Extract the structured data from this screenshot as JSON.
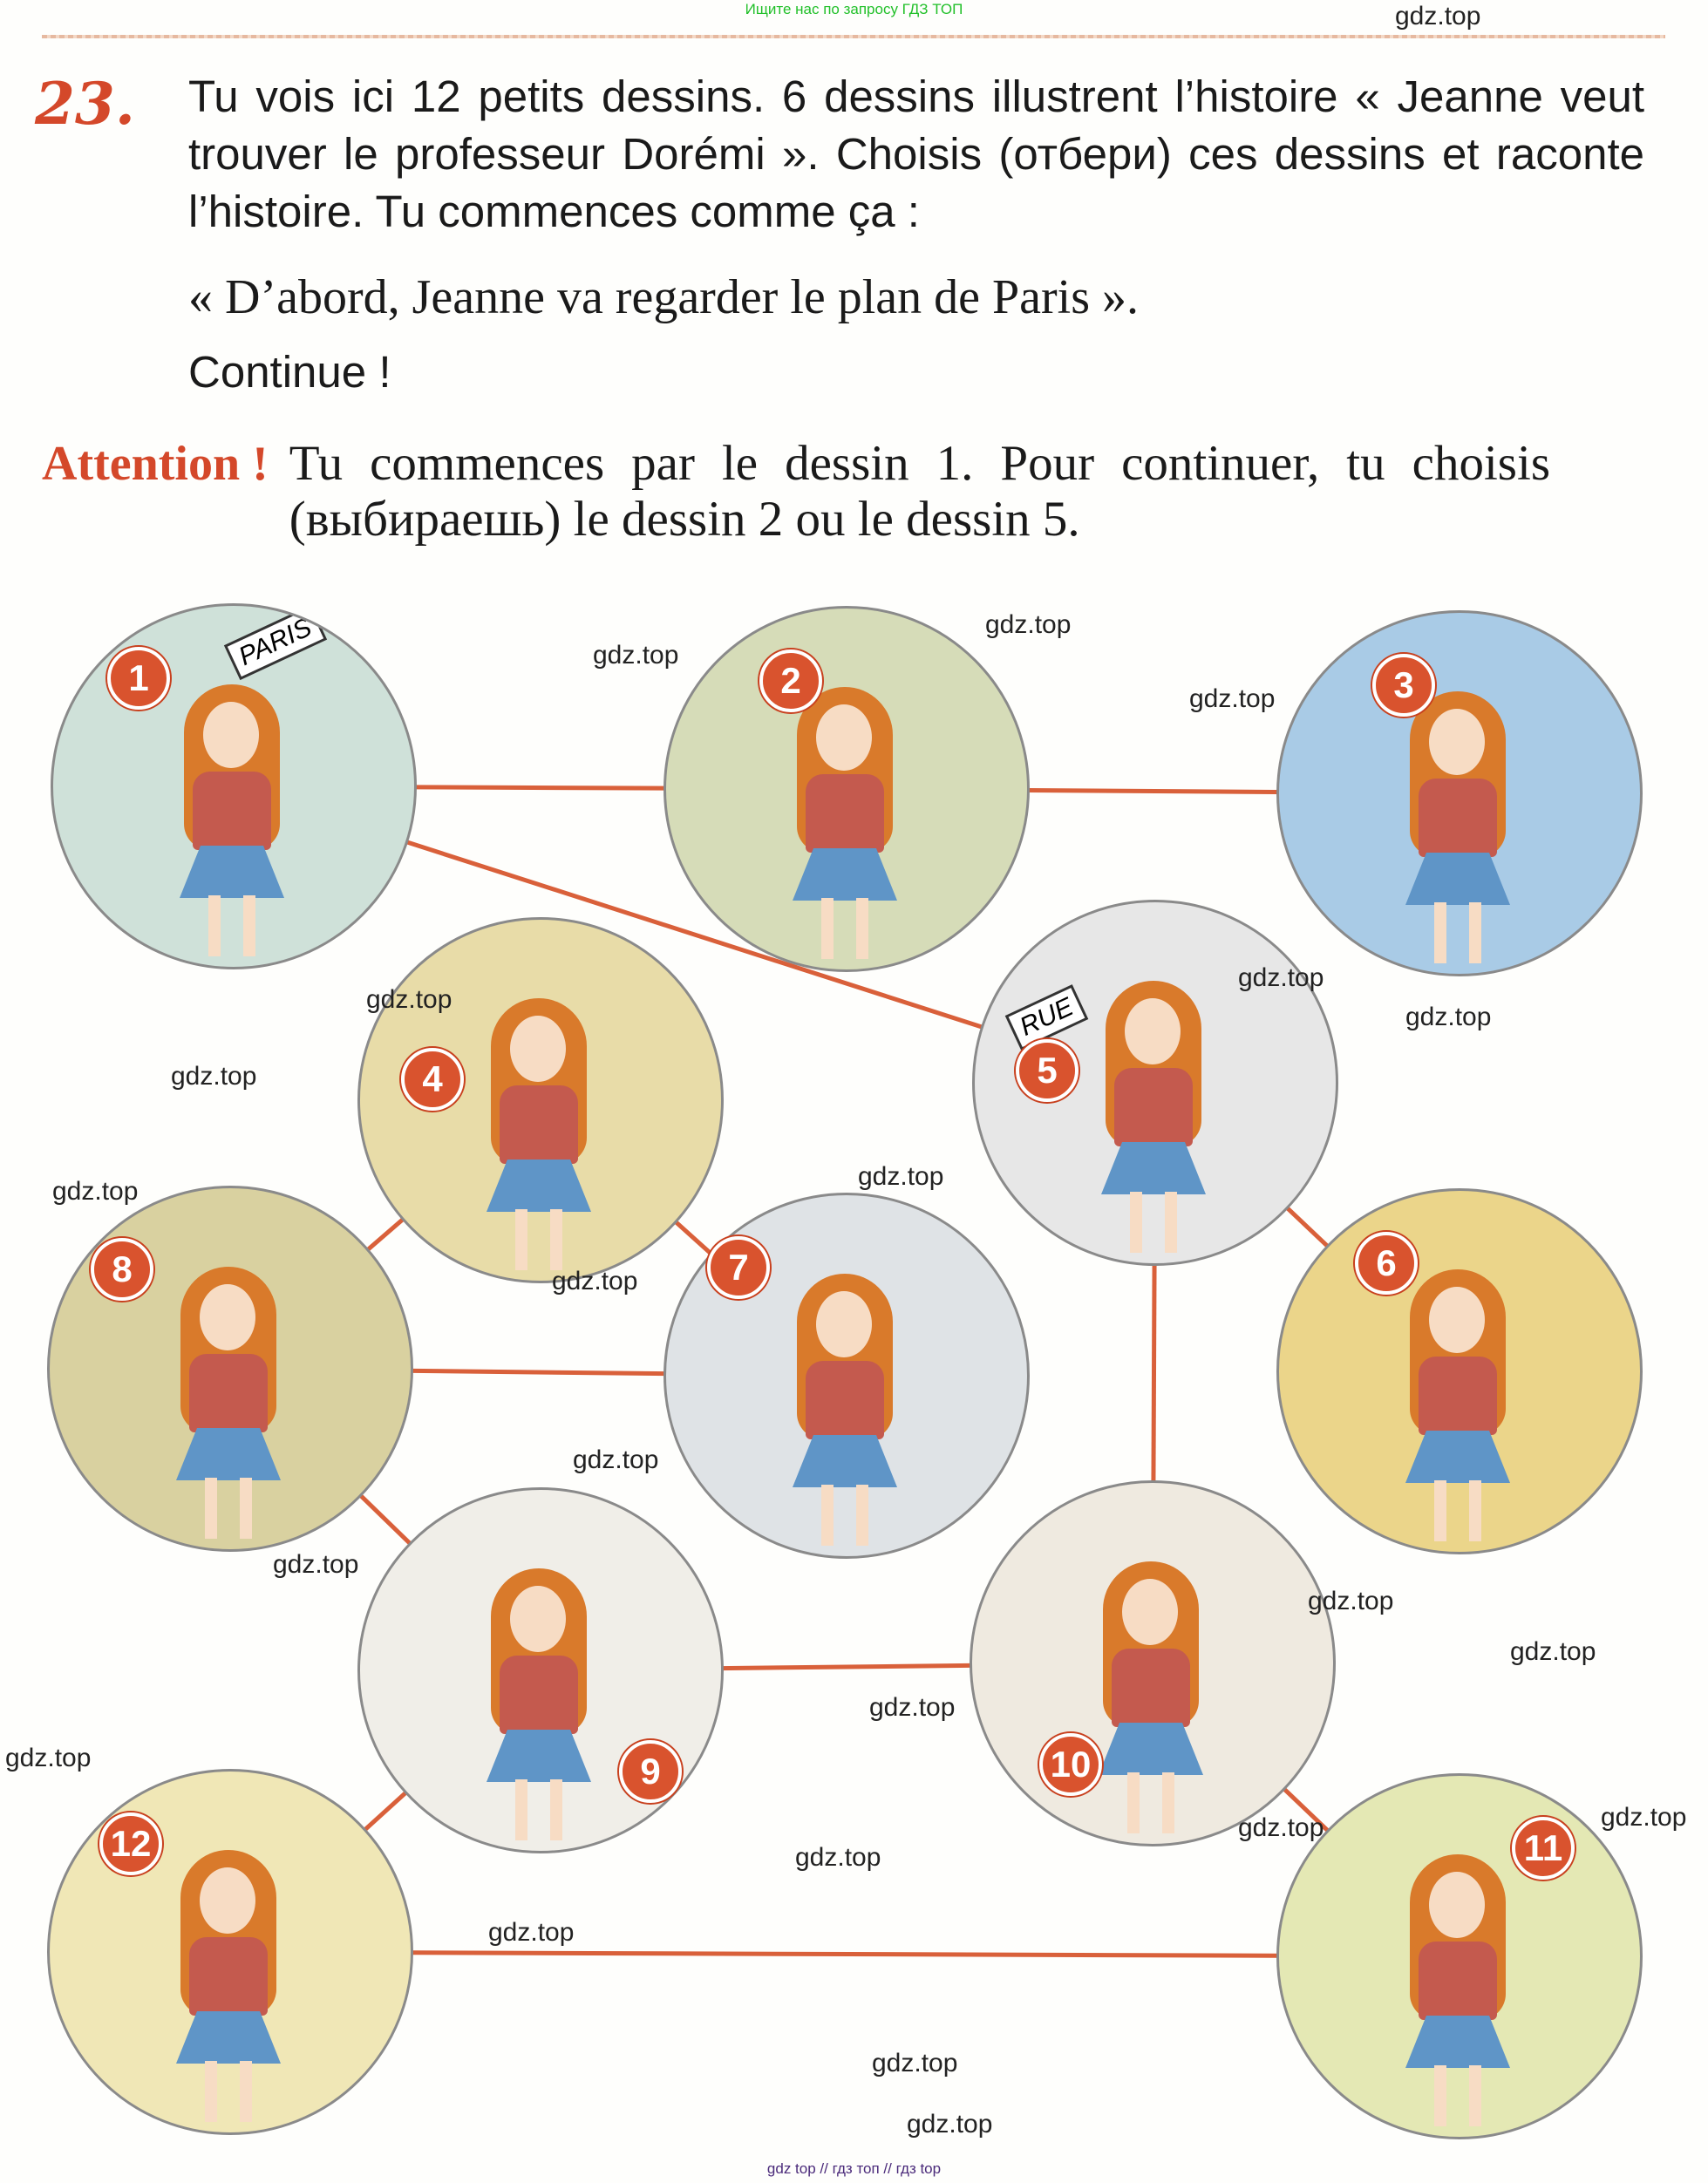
{
  "header_note": "Ищите нас по запросу ГДЗ ТОП",
  "exercise": {
    "number": "23.",
    "text": "Tu vois ici 12 petits dessins. 6 dessins illustrent l’histoire « Jeanne veut trouver le professeur Dorémi ». Choisis (отбери) ces dessins et raconte l’histoire. Tu commences comme ça :",
    "example": "« D’abord, Jeanne va regarder le plan de Paris ».",
    "continue": "Continue !"
  },
  "attention": {
    "label": "Attention !",
    "text": "Tu commences par le dessin 1. Pour continuer, tu choisis (выбираешь) le dessin 2 ou le dessin 5."
  },
  "drawings": [
    {
      "n": "1",
      "sign": "PARIS",
      "bg": "#cfe1d9"
    },
    {
      "n": "2",
      "bg": "#d6dcb8"
    },
    {
      "n": "3",
      "bg": "#a9cbe6"
    },
    {
      "n": "4",
      "bg": "#e8dca8"
    },
    {
      "n": "5",
      "sign": "RUE",
      "bg": "#e7e7e7"
    },
    {
      "n": "6",
      "bg": "#ebd58a"
    },
    {
      "n": "7",
      "bg": "#dfe3e6"
    },
    {
      "n": "8",
      "bg": "#d9d1a0"
    },
    {
      "n": "9",
      "bg": "#f0eee8"
    },
    {
      "n": "10",
      "bg": "#efeae0"
    },
    {
      "n": "11",
      "bg": "#e4e8b4"
    },
    {
      "n": "12",
      "bg": "#f0e7b6"
    }
  ],
  "links": [
    [
      1,
      2
    ],
    [
      2,
      3
    ],
    [
      1,
      5
    ],
    [
      4,
      8
    ],
    [
      4,
      7
    ],
    [
      8,
      7
    ],
    [
      5,
      6
    ],
    [
      5,
      10
    ],
    [
      8,
      9
    ],
    [
      9,
      10
    ],
    [
      9,
      12
    ],
    [
      10,
      11
    ],
    [
      12,
      11
    ]
  ],
  "link_color": "#d9603a",
  "watermarks": [
    "gdz.top",
    "gdz.top",
    "gdz.top",
    "gdz.top",
    "gdz.top",
    "gdz.top",
    "gdz.top",
    "gdz.top",
    "gdz.top",
    "gdz.top",
    "gdz.top",
    "gdz.top",
    "gdz.top",
    "gdz.top",
    "gdz.top",
    "gdz.top",
    "gdz.top",
    "gdz.top",
    "gdz.top",
    "gdz.top",
    "gdz.top",
    "gdz.top",
    "gdz.top"
  ],
  "footer": "gdz top  //  гдз топ  //  гдз top"
}
